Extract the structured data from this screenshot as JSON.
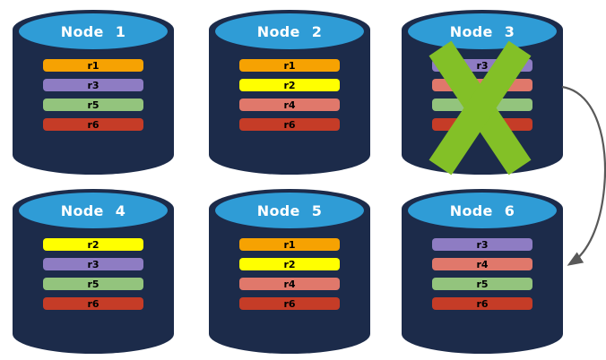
{
  "diagram": {
    "type": "replica-distribution-failover",
    "grid": {
      "rows": 2,
      "columns": 3
    }
  },
  "palette": {
    "cylinder_body": "#1C2B4A",
    "cylinder_top": "#2F9CD6",
    "node_title_color": "#FFFFFF",
    "row_label_color": "#000000",
    "failure_x_color": "#83C027",
    "arrow_color": "#595959",
    "replica_colors": {
      "r1": "#F6A202",
      "r2": "#FFFF00",
      "r3": "#8E7CC3",
      "r4": "#E0786B",
      "r5": "#93C47D",
      "r6": "#C53C27"
    }
  },
  "nodes": [
    {
      "id": "node-1",
      "title": "Node 1",
      "crossed_out": false,
      "rows": [
        {
          "label": "r1",
          "color": "#F6A202"
        },
        {
          "label": "r3",
          "color": "#8E7CC3"
        },
        {
          "label": "r5",
          "color": "#93C47D"
        },
        {
          "label": "r6",
          "color": "#C53C27"
        }
      ]
    },
    {
      "id": "node-2",
      "title": "Node 2",
      "crossed_out": false,
      "rows": [
        {
          "label": "r1",
          "color": "#F6A202"
        },
        {
          "label": "r2",
          "color": "#FFFF00"
        },
        {
          "label": "r4",
          "color": "#E0786B"
        },
        {
          "label": "r6",
          "color": "#C53C27"
        }
      ]
    },
    {
      "id": "node-3",
      "title": "Node 3",
      "crossed_out": true,
      "rows": [
        {
          "label": "r3",
          "color": "#8E7CC3"
        },
        {
          "label": "",
          "color": "#E0786B"
        },
        {
          "label": "",
          "color": "#93C47D"
        },
        {
          "label": "",
          "color": "#C53C27"
        }
      ]
    },
    {
      "id": "node-4",
      "title": "Node 4",
      "crossed_out": false,
      "rows": [
        {
          "label": "r2",
          "color": "#FFFF00"
        },
        {
          "label": "r3",
          "color": "#8E7CC3"
        },
        {
          "label": "r5",
          "color": "#93C47D"
        },
        {
          "label": "r6",
          "color": "#C53C27"
        }
      ]
    },
    {
      "id": "node-5",
      "title": "Node 5",
      "crossed_out": false,
      "rows": [
        {
          "label": "r1",
          "color": "#F6A202"
        },
        {
          "label": "r2",
          "color": "#FFFF00"
        },
        {
          "label": "r4",
          "color": "#E0786B"
        },
        {
          "label": "r6",
          "color": "#C53C27"
        }
      ]
    },
    {
      "id": "node-6",
      "title": "Node 6",
      "crossed_out": false,
      "rows": [
        {
          "label": "r3",
          "color": "#8E7CC3"
        },
        {
          "label": "r4",
          "color": "#E0786B"
        },
        {
          "label": "r5",
          "color": "#93C47D"
        },
        {
          "label": "r6",
          "color": "#C53C27"
        }
      ]
    }
  ],
  "arrow": {
    "from": "node-3",
    "to": "node-6"
  }
}
